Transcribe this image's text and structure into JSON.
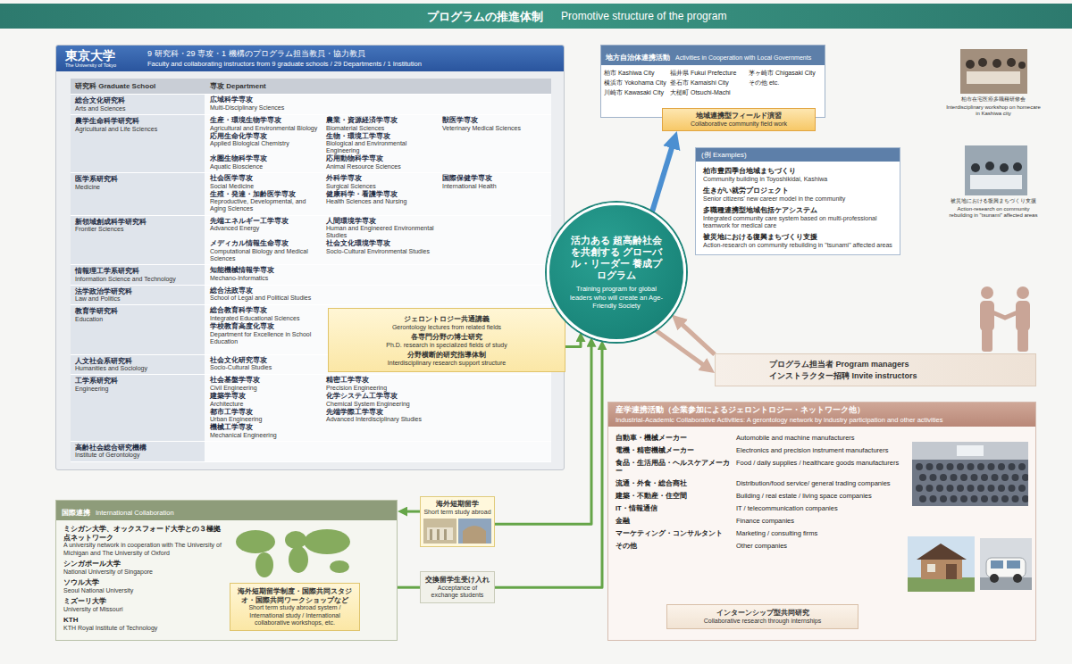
{
  "diagram": {
    "title": "プログラムの推進体制",
    "nodes": [
      {
        "text": [
          "東京大学",
          "The University of Tokyo",
          "9 研究科・29 専攻・1 機構のプログラム担当教員・協力教員",
          "Faculty and collaborating instructors from 9 graduate schools / 29 Departments / 1 Institution"
        ]
      },
      {
        "text": [
          "研究科 Graduate School",
          "専攻 Department"
        ],
        "in": 0
      },
      {
        "text": [
          "総合文化研究科",
          "Arts and Sciences",
          "広域科学専攻",
          "Multi-Disciplinary Sciences"
        ],
        "in": 0
      },
      {
        "text": [
          "農学生命科学研究科",
          "Agricultural and Life Sciences",
          "生産・環境生物学専攻",
          "Agricultural and Environmental Biology",
          "農業・資源経済学専攻",
          "Biomaterial Sciences",
          "獣医学専攻",
          "Veterinary Medical Sciences",
          "応用生命化学専攻",
          "Applied Biological Chemistry",
          "生物・環境工学専攻",
          "Biological and Environmental Engineering",
          "水圏生物科学専攻",
          "Aquatic Bioscience",
          "応用動物科学専攻",
          "Animal Resource Sciences"
        ],
        "in": 0
      },
      {
        "text": [
          "医学系研究科",
          "Medicine",
          "社会医学専攻",
          "Social Medicine",
          "外科学専攻",
          "Surgical Sciences",
          "国際保健学専攻",
          "International Health",
          "生殖・発達・加齢医学専攻",
          "Reproductive, Developmental, and Aging Sciences",
          "健康科学・看護学専攻",
          "Health Sciences and Nursing"
        ],
        "in": 0
      },
      {
        "text": [
          "新領域創成科学研究科",
          "Frontier Sciences",
          "先端エネルギー工学専攻",
          "Advanced Energy",
          "人間環境学専攻",
          "Human and Engineered Environmental Studies",
          "メディカル情報生命専攻",
          "Computational Biology and Medical Sciences",
          "社会文化環境学専攻",
          "Socio-Cultural Environmental Studies"
        ],
        "in": 0
      },
      {
        "text": [
          "情報理工学系研究科",
          "Information Science and Technology",
          "知能機械情報学専攻",
          "Mechano-Informatics"
        ],
        "in": 0
      },
      {
        "text": [
          "法学政治学研究科",
          "Law and Politics",
          "総合法政専攻",
          "School of Legal and Political Studies"
        ],
        "in": 0
      },
      {
        "text": [
          "教育学研究科",
          "Education",
          "総合教育科学専攻",
          "Integrated Educational Sciences",
          "学校教育高度化専攻",
          "Department for Excellence in School Education"
        ],
        "in": 0
      },
      {
        "text": [
          "人文社会系研究科",
          "Humanities and Sociology",
          "社会文化研究専攻",
          "Socio-Cultural Studies"
        ],
        "in": 0
      },
      {
        "text": [
          "工学系研究科",
          "Engineering",
          "社会基盤学専攻",
          "Civil Engineering",
          "精密工学専攻",
          "Precision Engineering",
          "建築学専攻",
          "Architecture",
          "化学システム工学専攻",
          "Chemical System Engineering",
          "都市工学専攻",
          "Urban Engineering",
          "先端学際工学専攻",
          "Advanced Interdisciplinary Studies",
          "機械工学専攻",
          "Mechanical Engineering"
        ],
        "in": 0
      },
      {
        "text": [
          "高齢社会総合研究機構",
          "Institute of Gerontology"
        ],
        "in": 0
      },
      {
        "text": [
          "ジェロントロジー共通講義",
          "Gerontology lectures from related fields",
          "各専門分野の博士研究",
          "Ph.D. research in specialized fields of study",
          "分野横断的研究指導体制",
          "Interdisciplinary research support structure"
        ],
        "in": 0
      },
      {
        "text": [
          "活力ある 超高齢社会を共創する グローバル・リーダー 養成プログラム",
          "Training program for global leaders who will create an Age-Friendly Society"
        ]
      },
      {
        "text": [
          "地方自治体連携活動",
          "Activities in Cooperation with Local Governments",
          "柏市 Kashiwa City",
          "横浜市 Yokohama City",
          "川崎市 Kawasaki City",
          "福井県 Fukui Prefecture",
          "釜石市 Kamaishi City",
          "大槌町 Otsuchi-Machi",
          "茅ヶ崎市 Chigasaki City",
          "その他 etc."
        ]
      },
      {
        "text": [
          "地域連携型フィールド演習",
          "Collaborative community field work"
        ],
        "in": 14
      },
      {
        "text": [
          "(例 Examples)",
          "柏市豊四季台地域まちづくり",
          "Community building in Toyoshikidai, Kashiwa",
          "生きがい就労プロジェクト",
          "Senior citizens' new career model in the community",
          "多職種連携型地域包括ケアシステム",
          "Integrated community care system based on multi-professional teamwork for medical care",
          "被災地における復興まちづくり支援",
          "Action-research on community rebuilding in \"tsunami\" affected areas"
        ]
      },
      {
        "text": [
          "プログラム担当者 Program managers",
          "インストラクター招聘 Invite instructors"
        ]
      },
      {
        "text": [
          "産学連携活動（企業参加によるジェロントロジー・ネットワーク他）",
          "Industrial-Academic Collaborative Activities: A gerontology network by industry participation and other activities",
          "自動車・機械メーカー",
          "Automobile and machine manufacturers",
          "電機・精密機械メーカー",
          "Electronics and precision instrument manufacturers",
          "食品・生活用品・ヘルスケアメーカー",
          "Food / daily supplies / healthcare goods manufacturers",
          "流通・外食・総合商社",
          "Distribution/food service/ general trading companies",
          "建築・不動産・住空間",
          "Building / real estate / living space companies",
          "IT・情報通信",
          "IT / telecommunication companies",
          "金融",
          "Finance companies",
          "マーケティング・コンサルタント",
          "Marketing / consulting firms",
          "その他",
          "Other companies"
        ]
      },
      {
        "text": [
          "インターンシップ型共同研究",
          "Collaborative research through internships"
        ],
        "in": 18
      },
      {
        "text": [
          "国際連携",
          "International Collaboration",
          "ミシガン大学、オックスフォード大学との３極拠点ネットワーク",
          "A university network in cooperation with The University of Michigan and The University of Oxford",
          "シンガポール大学",
          "National University of Singapore",
          "ソウル大学",
          "Seoul National University",
          "ミズーリ大学",
          "University of Missouri",
          "KTH",
          "KTH Royal Institute of Technology"
        ]
      },
      {
        "text": [
          "海外短期留学制度・国際共同スタジオ・国際共同ワークショップなど",
          "Short term study abroad system / International study / International collaborative workshops, etc."
        ],
        "in": 20
      },
      {
        "text": [
          "海外短期留学",
          "Short term study abroad"
        ]
      },
      {
        "text": [
          "交換留学生受け入れ",
          "Acceptance of exchange students"
        ]
      }
    ],
    "edges": [
      {
        "from": 12,
        "to": 13,
        "arrow": "to"
      },
      {
        "from": 13,
        "to": 15,
        "arrow": "to"
      },
      {
        "from": 17,
        "to": 13,
        "arrow": "to"
      },
      {
        "from": 13,
        "to": 17,
        "arrow": "to"
      },
      {
        "from": 22,
        "to": 20,
        "arrow": "to"
      },
      {
        "from": 22,
        "to": 13,
        "arrow": "to"
      },
      {
        "from": 20,
        "to": 23,
        "arrow": "none"
      },
      {
        "from": 23,
        "to": 13,
        "arrow": "to"
      }
    ],
    "labels": [
      "Promotive structure of the program",
      "柏市在宅医療多職種研修会",
      "Interdisciplinary workshop on homecare in Kashiwa city",
      "被災地における復興まちづくり支援",
      "Action-research on community rebuilding in \"tsunami\" affected areas"
    ]
  }
}
